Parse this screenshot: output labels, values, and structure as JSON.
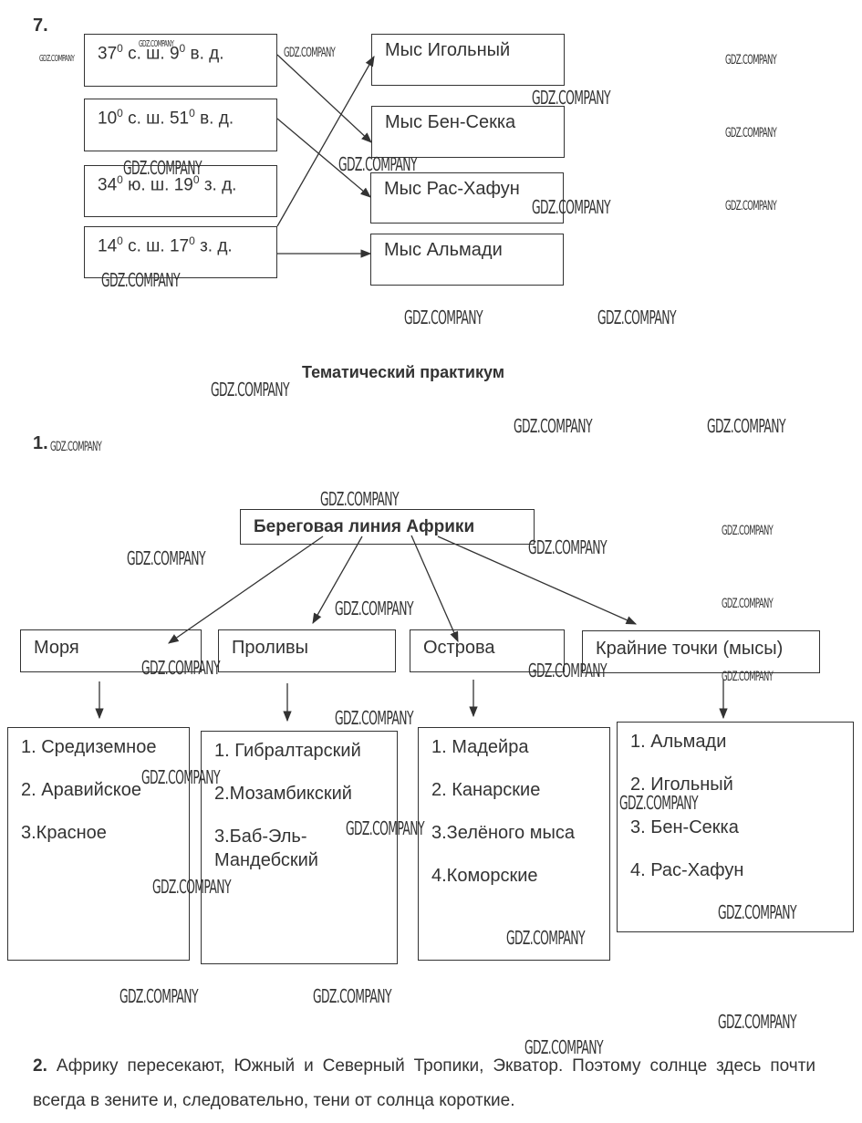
{
  "task7": {
    "number": "7.",
    "coordinates": [
      {
        "lat": "37",
        "lat_hem": " с. ш. ",
        "lon": "9",
        "lon_hem": " в. д."
      },
      {
        "lat": "10",
        "lat_hem": " с. ш. ",
        "lon": "51",
        "lon_hem": " в. д."
      },
      {
        "lat": "34",
        "lat_hem": " ю. ш. ",
        "lon": "19",
        "lon_hem": " з. д."
      },
      {
        "lat": "14",
        "lat_hem": " с. ш. ",
        "lon": "17",
        "lon_hem": " з. д."
      }
    ],
    "degree_mark": "0",
    "capes": [
      "Мыс Игольный",
      "Мыс Бен-Секка",
      "Мыс Рас-Хафун",
      "Мыс Альмади"
    ],
    "matches": [
      {
        "from": 0,
        "to": 1
      },
      {
        "from": 1,
        "to": 2
      },
      {
        "from": 3,
        "to": 0
      },
      {
        "from": 3,
        "to": 3
      }
    ]
  },
  "section_title": "Тематический практикум",
  "task1": {
    "number": "1.",
    "root": "Береговая линия Африки",
    "categories": [
      {
        "label": "Моря",
        "items": [
          "1. Средиземное",
          "2. Аравийское",
          "3.Красное"
        ]
      },
      {
        "label": "Проливы",
        "items": [
          "1. Гибралтарский",
          "2.Мозамбикский",
          "3.Баб-Эль-Мандебский"
        ]
      },
      {
        "label": "Острова",
        "items": [
          "1. Мадейра",
          "2. Канарские",
          "3.Зелёного мыса",
          "4.Коморские"
        ]
      },
      {
        "label": "Крайние точки (мысы)",
        "items": [
          "1. Альмади",
          "2. Игольный",
          "3. Бен-Секка",
          "4. Рас-Хафун"
        ]
      }
    ]
  },
  "task2": {
    "number": "2.",
    "text": "Африку пересекают, Южный и Северный Тропики, Экватор. Поэтому солнце здесь почти всегда в зените и, следовательно, тени от солнца короткие."
  },
  "watermark": "GDZ.COMPANY"
}
